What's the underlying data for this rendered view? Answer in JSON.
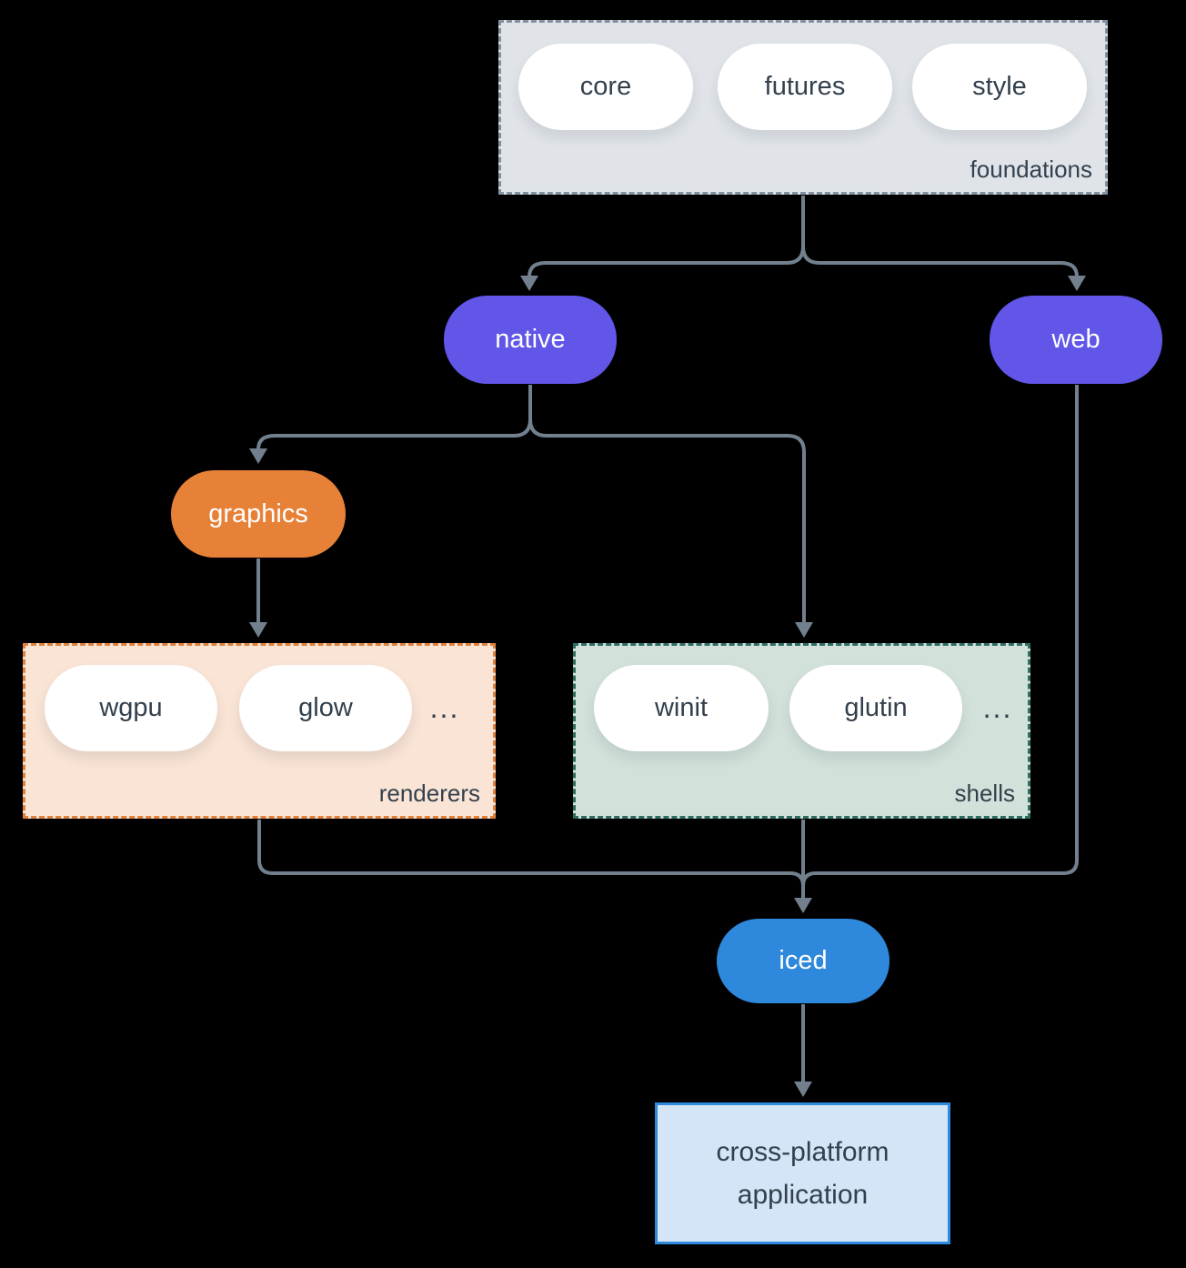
{
  "diagram": {
    "foundations": {
      "tag": "foundations",
      "pills": [
        "core",
        "futures",
        "style"
      ]
    },
    "native": {
      "label": "native"
    },
    "web": {
      "label": "web"
    },
    "graphics": {
      "label": "graphics"
    },
    "renderers": {
      "tag": "renderers",
      "pills": [
        "wgpu",
        "glow"
      ],
      "ellipsis": "..."
    },
    "shells": {
      "tag": "shells",
      "pills": [
        "winit",
        "glutin"
      ],
      "ellipsis": "..."
    },
    "iced": {
      "label": "iced"
    },
    "application": {
      "line1": "cross-platform",
      "line2": "application"
    }
  },
  "colors": {
    "background": "#000000",
    "connector_line": "#72808e",
    "dark_text": "#33404d",
    "foundations_bg": "#e0e4e8",
    "foundations_border": "#8391a0",
    "renderers_bg": "#fae4d5",
    "renderers_border": "#e0813c",
    "shells_bg": "#d2e1d9",
    "shells_border": "#2e6e62",
    "native_web_purple": "#6156e8",
    "graphics_orange": "#e78138",
    "iced_blue": "#2e89dc",
    "application_bg": "#d3e5f7",
    "application_border": "#2f89dc"
  }
}
